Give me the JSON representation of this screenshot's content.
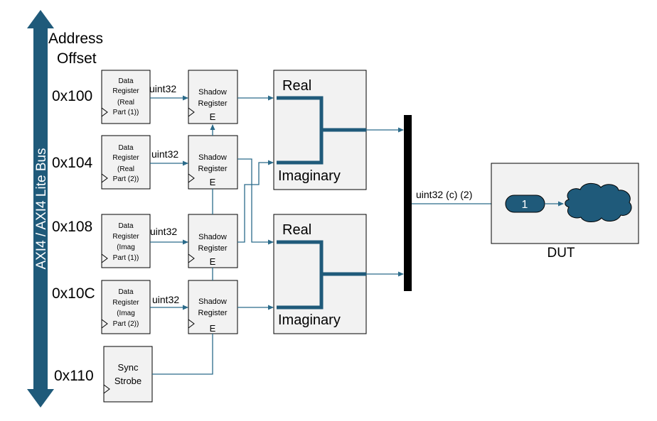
{
  "bus": {
    "label": "AXI4 / AXI4 Lite Bus",
    "header_line1": "Address",
    "header_line2": "Offset"
  },
  "offsets": [
    "0x100",
    "0x104",
    "0x108",
    "0x10C",
    "0x110"
  ],
  "data_registers": [
    {
      "l1": "Data",
      "l2": "Register",
      "l3": "(Real",
      "l4": "Part (1))"
    },
    {
      "l1": "Data",
      "l2": "Register",
      "l3": "(Real",
      "l4": "Part (2))"
    },
    {
      "l1": "Data",
      "l2": "Register",
      "l3": "(Imag",
      "l4": "Part (1))"
    },
    {
      "l1": "Data",
      "l2": "Register",
      "l3": "(Imag",
      "l4": "Part (2))"
    }
  ],
  "sync_strobe": {
    "l1": "Sync",
    "l2": "Strobe"
  },
  "signal_type": "uint32",
  "shadow_register": {
    "l1": "Shadow",
    "l2": "Register",
    "enable": "E"
  },
  "complex_blocks": [
    {
      "real": "Real",
      "imag": "Imaginary"
    },
    {
      "real": "Real",
      "imag": "Imaginary"
    }
  ],
  "output_signal": "uint32 (c) (2)",
  "dut": {
    "label": "DUT",
    "port": "1"
  },
  "colors": {
    "bus": "#1f5a7a",
    "wire": "#2b6b8a",
    "block_fill": "#f2f2f2",
    "dut_port": "#1f5a7a"
  }
}
